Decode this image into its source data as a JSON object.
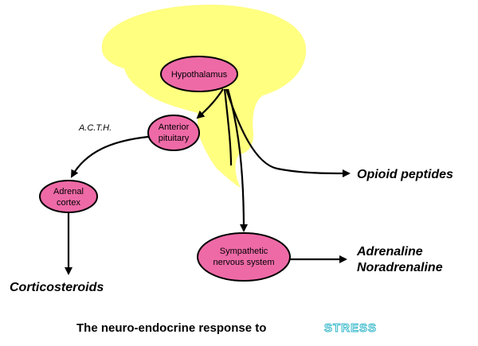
{
  "nodes": {
    "hypothalamus": "Hypothalamus",
    "anterior_pituitary": [
      "Anterior",
      "pituitary"
    ],
    "adrenal_cortex": [
      "Adrenal",
      "cortex"
    ],
    "sympathetic": [
      "Sympathetic",
      "nervous system"
    ]
  },
  "edge_labels": {
    "acth": "A.C.T.H."
  },
  "outputs": {
    "opioid": "Opioid peptides",
    "adrenaline": "Adrenaline",
    "noradrenaline": "Noradrenaline",
    "corticosteroids": "Corticosteroids"
  },
  "caption": {
    "text": "The neuro-endocrine response to",
    "highlight": "STRESS"
  },
  "colors": {
    "brain": "#ffff80",
    "node": "#ee6aa7",
    "highlight_outline": "#2fb6c8"
  }
}
